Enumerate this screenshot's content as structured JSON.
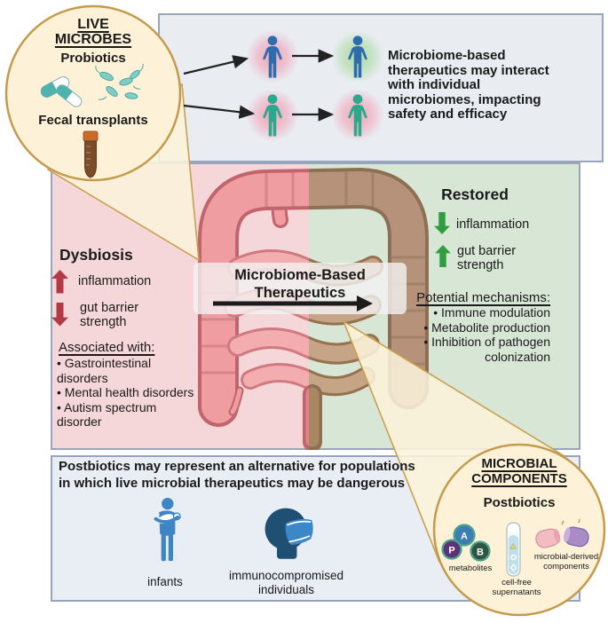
{
  "colors": {
    "panel_border": "#99a4bf",
    "top_panel_bg": "#e9edf2",
    "bottom_panel_bg": "#e9edf4",
    "dysbiosis_bg": "#f6d7d9",
    "restored_bg": "#d8e7d5",
    "callout_bg": "#fdf2d8",
    "callout_border": "#c49a4d",
    "person_blue": "#2e6cb0",
    "person_teal": "#2aa98d",
    "red_arrow": "#b23a46",
    "green_arrow": "#2f9e41"
  },
  "live_microbes_callout": {
    "title_line1": "LIVE",
    "title_line2": "MICROBES",
    "probiotics_label": "Probiotics",
    "fecal_label": "Fecal transplants"
  },
  "top_panel": {
    "caption_lines": {
      "0": "Microbiome-based",
      "1": "therapeutics may interact",
      "2": "with individual",
      "3": "microbiomes, impacting",
      "4": "safety and efficacy"
    }
  },
  "dysbiosis": {
    "title": "Dysbiosis",
    "inflammation_label": "inflammation",
    "gut_barrier_line1": "gut barrier",
    "gut_barrier_line2": "strength",
    "associated_heading": "Associated with:",
    "associated_lines": {
      "0": "• Gastrointestinal",
      "1": "disorders",
      "2": "• Mental health disorders",
      "3": "• Autism spectrum",
      "4": "disorder"
    }
  },
  "center": {
    "line1": "Microbiome-Based",
    "line2": "Therapeutics"
  },
  "restored": {
    "title": "Restored",
    "inflammation_label": "inflammation",
    "gut_barrier_line1": "gut barrier",
    "gut_barrier_line2": "strength",
    "mechanisms_heading": "Potential mechanisms:",
    "mechanism_lines": {
      "0": "• Immune modulation",
      "1": "• Metabolite production",
      "2": "• Inhibition of pathogen",
      "3": "colonization"
    }
  },
  "bottom_panel": {
    "caption_line1": "Postbiotics may represent an alternative for populations",
    "caption_line2": "in which live microbial therapeutics may be dangerous",
    "infants_label": "infants",
    "immuno_line1": "immunocompromised",
    "immuno_line2": "individuals"
  },
  "microbial_components_callout": {
    "title_line1": "MICROBIAL",
    "title_line2": "COMPONENTS",
    "subtitle": "Postbiotics",
    "metabolite_letters": {
      "a": "A",
      "p": "P",
      "b": "B"
    },
    "metabolites_label": "metabolites",
    "cellfree_line1": "cell-free",
    "cellfree_line2": "supernatants",
    "derived_line1": "microbial-derived",
    "derived_line2": "components"
  }
}
